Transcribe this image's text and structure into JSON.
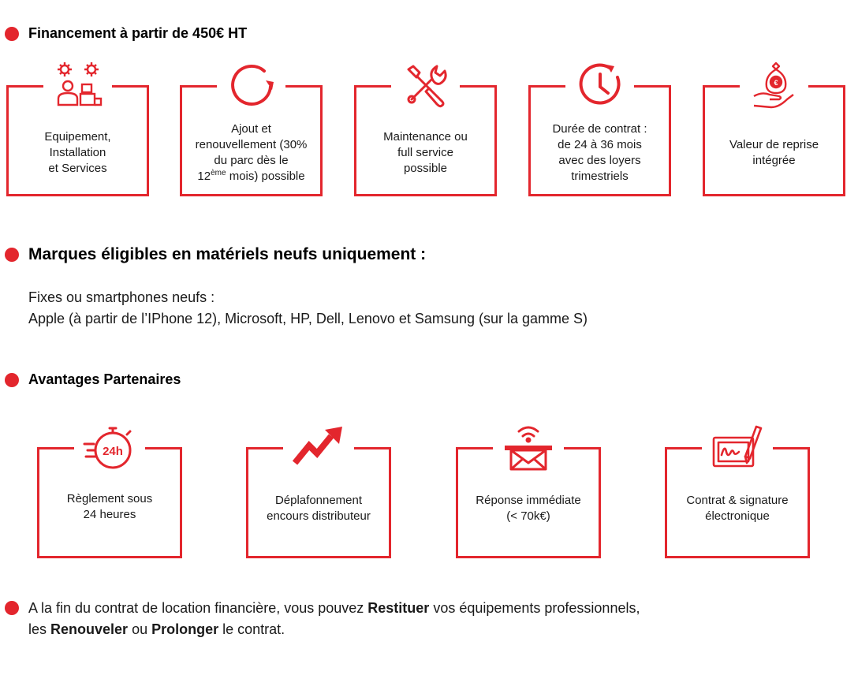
{
  "section1": {
    "title": "Financement à partir de 450€ HT",
    "cards": [
      {
        "icon": "gears-person-icon",
        "lines": [
          "Equipement,",
          "Installation",
          "et Services"
        ]
      },
      {
        "icon": "refresh-cycle-icon",
        "lines": [
          "Ajout et",
          "renouvellement (30%",
          "du parc dès le"
        ],
        "last_pre": "12",
        "last_sup": "ème",
        "last_post": " mois) possible"
      },
      {
        "icon": "wrench-screwdriver-icon",
        "lines": [
          "Maintenance ou",
          "full service",
          "possible"
        ]
      },
      {
        "icon": "clock-icon",
        "lines": [
          "Durée de contrat :",
          "de 24 à 36 mois",
          "avec des loyers",
          "trimestriels"
        ]
      },
      {
        "icon": "hand-money-bag-icon",
        "lines": [
          "Valeur de reprise",
          "intégrée"
        ]
      }
    ]
  },
  "section2": {
    "title": "Marques éligibles en matériels neufs uniquement :",
    "line1": "Fixes ou smartphones neufs :",
    "line2": "Apple (à partir de l’IPhone 12), Microsoft, HP, Dell, Lenovo et Samsung (sur la gamme S)"
  },
  "section3": {
    "title": "Avantages Partenaires",
    "cards": [
      {
        "icon": "stopwatch-24h-icon",
        "badge": "24h",
        "lines": [
          "Règlement sous",
          "24 heures"
        ]
      },
      {
        "icon": "trend-up-arrow-icon",
        "lines": [
          "Déplafonnement",
          "encours distributeur"
        ]
      },
      {
        "icon": "wireless-envelope-icon",
        "lines": [
          "Réponse immédiate",
          "(< 70k€)"
        ]
      },
      {
        "icon": "e-signature-icon",
        "lines": [
          "Contrat & signature",
          "électronique"
        ]
      }
    ]
  },
  "footer": {
    "t1": "A la fin du contrat de location financière, vous pouvez ",
    "b1": "Restituer",
    "t2": " vos équipements professionnels,",
    "t3": "les ",
    "b2": "Renouveler",
    "t4": " ou ",
    "b3": "Prolonger",
    "t5": " le contrat."
  },
  "colors": {
    "accent": "#e3262d",
    "text": "#1a1a1a"
  }
}
